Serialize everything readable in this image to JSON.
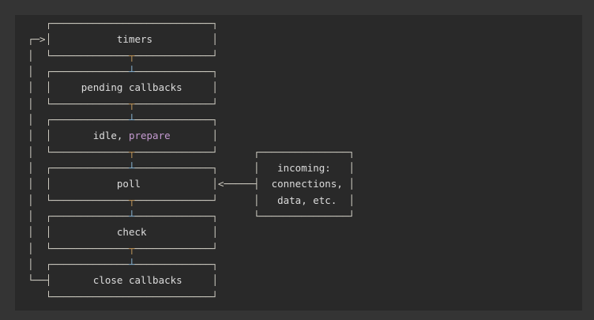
{
  "colors": {
    "page_bg": "#343434",
    "block_bg": "#292929",
    "diagram_lines": "#cfccc2",
    "label_text": "#dcdcdc",
    "keyword_prepare": "#c49ad0",
    "tick_down": "#c2985c",
    "tick_up": "#8ab4d2"
  },
  "diagram": {
    "phases": [
      "timers",
      "pending callbacks",
      "idle, prepare",
      "poll",
      "check",
      "close callbacks"
    ],
    "side_box": [
      "incoming:",
      "connections,",
      "data, etc."
    ],
    "lines": [
      "   ┌───────────────────────────┐",
      "┌─>│           timers          │",
      "│  └─────────────┬─────────────┘",
      "│  ┌─────────────┴─────────────┐",
      "│  │     pending callbacks     │",
      "│  └─────────────┬─────────────┘",
      "│  ┌─────────────┴─────────────┐",
      "│  │       idle, prepare       │",
      "│  └─────────────┬─────────────┘      ┌───────────────┐",
      "│  ┌─────────────┴─────────────┐      │   incoming:   │",
      "│  │           poll            │<─────┤  connections, │",
      "│  └─────────────┬─────────────┘      │   data, etc.  │",
      "│  ┌─────────────┴─────────────┐      └───────────────┘",
      "│  │           check           │",
      "│  └─────────────┬─────────────┘",
      "│  ┌─────────────┴─────────────┐",
      "└──┤       close callbacks     │",
      "   └───────────────────────────┘"
    ],
    "spans": [
      {
        "text": "timers",
        "name": "phase-timers",
        "color": "#dcdcdc"
      },
      {
        "text": "pending callbacks",
        "name": "phase-pending-callbacks",
        "color": "#dcdcdc"
      },
      {
        "text": "idle, prepare",
        "name": "phase-idle",
        "color": "#dcdcdc"
      },
      {
        "text": "prepare",
        "name": "keyword-prepare",
        "color": "#c49ad0"
      },
      {
        "text": "poll",
        "name": "phase-poll",
        "color": "#dcdcdc"
      },
      {
        "text": "check",
        "name": "phase-check",
        "color": "#dcdcdc"
      },
      {
        "text": "close callbacks",
        "name": "phase-close-callbacks",
        "color": "#dcdcdc"
      },
      {
        "text": "incoming:",
        "name": "side-box-line-1",
        "color": "#dcdcdc"
      },
      {
        "text": "connections,",
        "name": "side-box-line-2",
        "color": "#dcdcdc"
      },
      {
        "text": "data, etc.",
        "name": "side-box-line-3",
        "color": "#dcdcdc"
      },
      {
        "text": "┬",
        "name": "connector-down-tick",
        "color": "#c2985c"
      },
      {
        "text": "┴",
        "name": "connector-up-tick",
        "color": "#8ab4d2"
      }
    ]
  }
}
